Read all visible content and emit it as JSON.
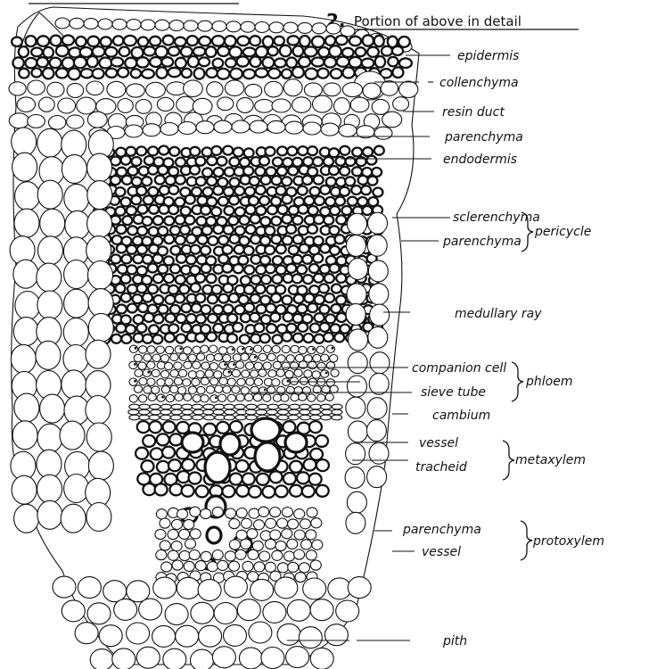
{
  "figure": {
    "number": "2.",
    "heading": "Portion of above in detail"
  },
  "labels": {
    "epidermis": "epidermis",
    "collenchyma": "collenchyma",
    "resin_duct": "resin duct",
    "parenchyma_cortex": "parenchyma",
    "endodermis": "endodermis",
    "sclerenchyma": "sclerenchyma",
    "parenchyma_pericycle": "parenchyma",
    "medullary_ray": "medullary ray",
    "companion_cell": "companion cell",
    "sieve_tube": "sieve tube",
    "cambium": "cambium",
    "vessel_meta": "vessel",
    "tracheid": "tracheid",
    "parenchyma_proto": "parenchyma",
    "vessel_proto": "vessel",
    "pith": "pith"
  },
  "groups": {
    "pericycle": "pericycle",
    "phloem": "phloem",
    "metaxylem": "metaxylem",
    "protoxylem": "protoxylem"
  }
}
